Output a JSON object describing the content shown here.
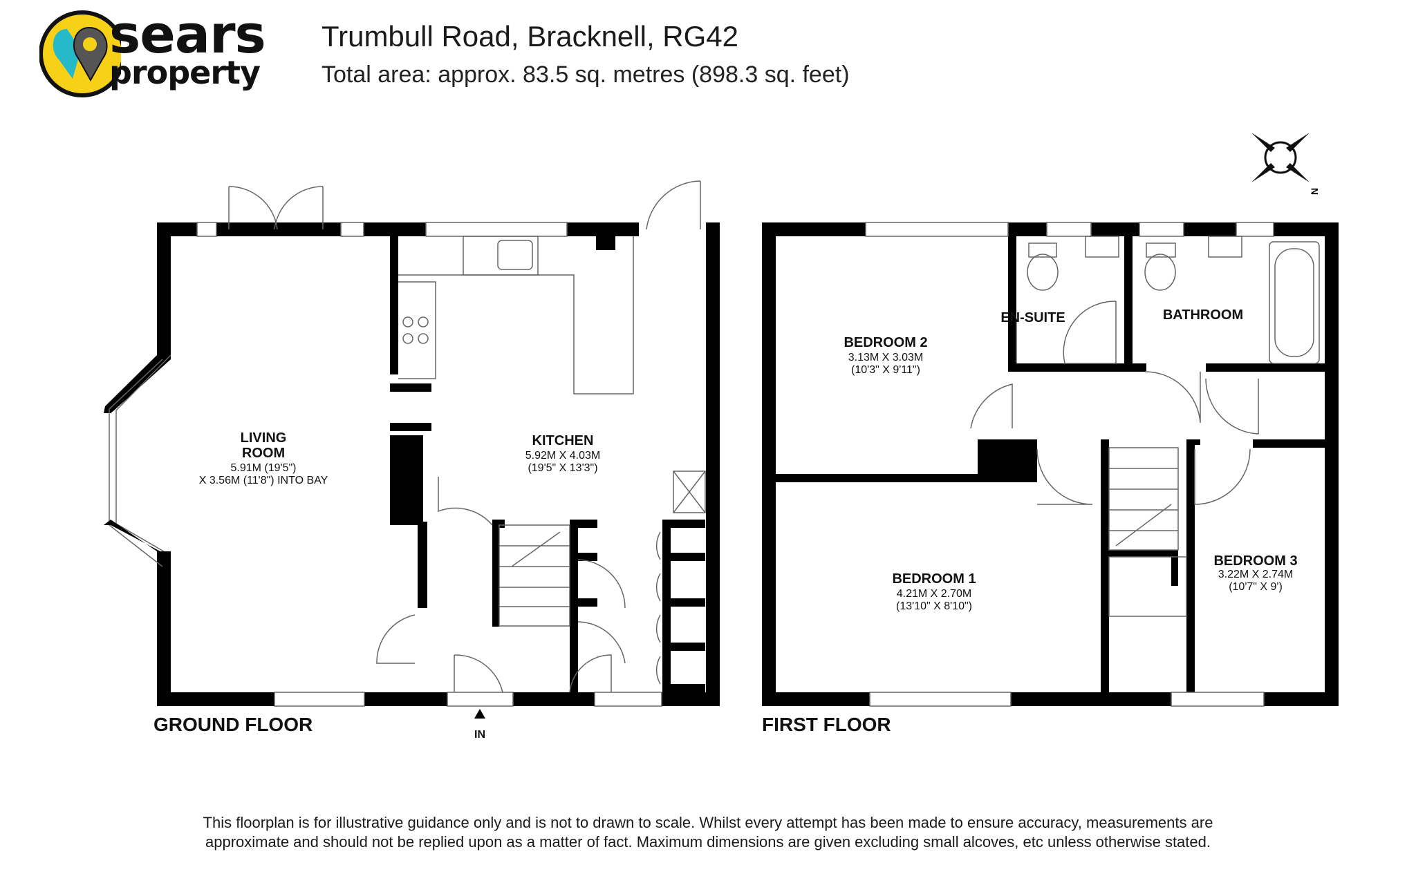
{
  "brand": {
    "line1": "sears",
    "line2": "property",
    "accent_yellow": "#f7d117",
    "pin_teal": "#25b9c9",
    "pin_grey": "#555555"
  },
  "header": {
    "title": "Trumbull Road, Bracknell, RG42",
    "subtitle": "Total area: approx. 83.5 sq. metres (898.3 sq. feet)"
  },
  "ground_floor": {
    "label": "GROUND FLOOR",
    "entrance": "IN",
    "living_room": {
      "name1": "LIVING",
      "name2": "ROOM",
      "dim1": "5.91M (19'5\")",
      "dim2": "X 3.56M (11'8\") INTO BAY"
    },
    "kitchen": {
      "name": "KITCHEN",
      "dim1": "5.92M X 4.03M",
      "dim2": "(19'5\" X 13'3\")"
    }
  },
  "first_floor": {
    "label": "FIRST FLOOR",
    "bedroom2": {
      "name": "BEDROOM 2",
      "dim1": "3.13M X 3.03M",
      "dim2": "(10'3\" X 9'11\")"
    },
    "ensuite": {
      "name": "EN-SUITE"
    },
    "bathroom": {
      "name": "BATHROOM"
    },
    "bedroom1": {
      "name": "BEDROOM 1",
      "dim1": "4.21M X 2.70M",
      "dim2": "(13'10\" X 8'10\")"
    },
    "bedroom3": {
      "name": "BEDROOM 3",
      "dim1": "3.22M X 2.74M",
      "dim2": "(10'7\" X 9')"
    }
  },
  "compass": {
    "north_letter": "N"
  },
  "disclaimer": {
    "line1": "This floorplan is for illustrative guidance only and is not to drawn to scale. Whilst every attempt has been made to ensure accuracy, measurements are",
    "line2": "approximate and should not be replied upon as a matter of fact. Maximum dimensions are given excluding small alcoves, etc unless otherwise stated."
  }
}
